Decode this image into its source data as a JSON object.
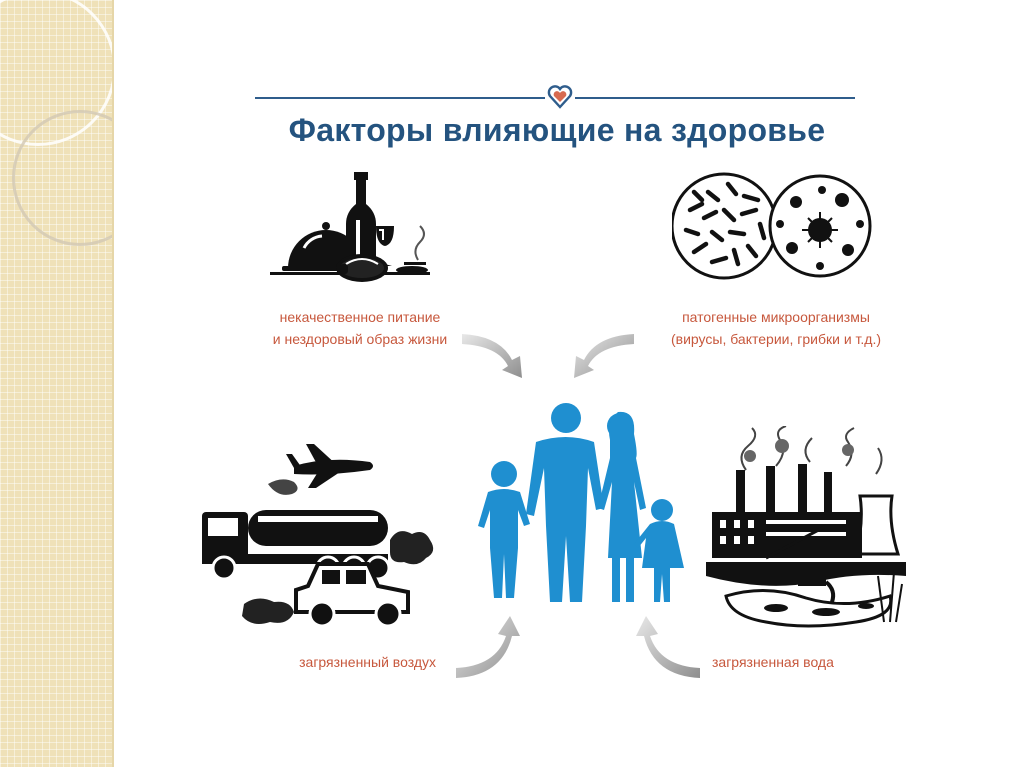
{
  "title": "Факторы влияющие на здоровье",
  "colors": {
    "title": "#24537f",
    "label": "#c7583d",
    "family": "#1f8fd0",
    "arrow": "#a0a0a0",
    "panel": "#efe1b8"
  },
  "factors": [
    {
      "id": "food",
      "line1": "некачественное питание",
      "line2": "и нездоровый образ жизни",
      "icon": "food-icon"
    },
    {
      "id": "micro",
      "line1": "патогенные микроорганизмы",
      "line2": "(вирусы, бактерии, грибки и т.д.)",
      "icon": "microbes-icon"
    },
    {
      "id": "air",
      "line1": "загрязненный воздух",
      "icon": "transport-icon"
    },
    {
      "id": "water",
      "line1": "загрязненная вода",
      "icon": "factory-icon"
    }
  ],
  "center_icon": "family-icon"
}
